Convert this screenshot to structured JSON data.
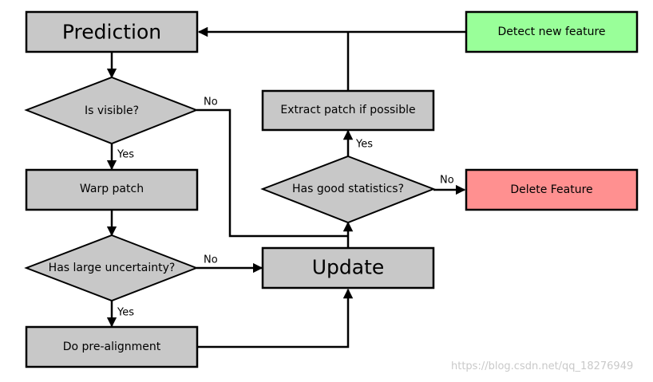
{
  "nodes": {
    "prediction": "Prediction",
    "is_visible": "Is visible?",
    "warp_patch": "Warp patch",
    "has_large_uncertainty": "Has large uncertainty?",
    "do_pre_alignment": "Do pre-alignment",
    "update": "Update",
    "has_good_statistics": "Has good statistics?",
    "extract_patch": "Extract patch if possible",
    "detect_new_feature": "Detect new feature",
    "delete_feature": "Delete Feature"
  },
  "edge_labels": {
    "visible_no": "No",
    "visible_yes": "Yes",
    "uncertainty_no": "No",
    "uncertainty_yes": "Yes",
    "statistics_yes": "Yes",
    "statistics_no": "No"
  },
  "colors": {
    "process_fill": "#c8c8c8",
    "detect_fill": "#99ff99",
    "delete_fill": "#ff9090",
    "line": "#000000"
  },
  "watermark": "https://blog.csdn.net/qq_18276949"
}
